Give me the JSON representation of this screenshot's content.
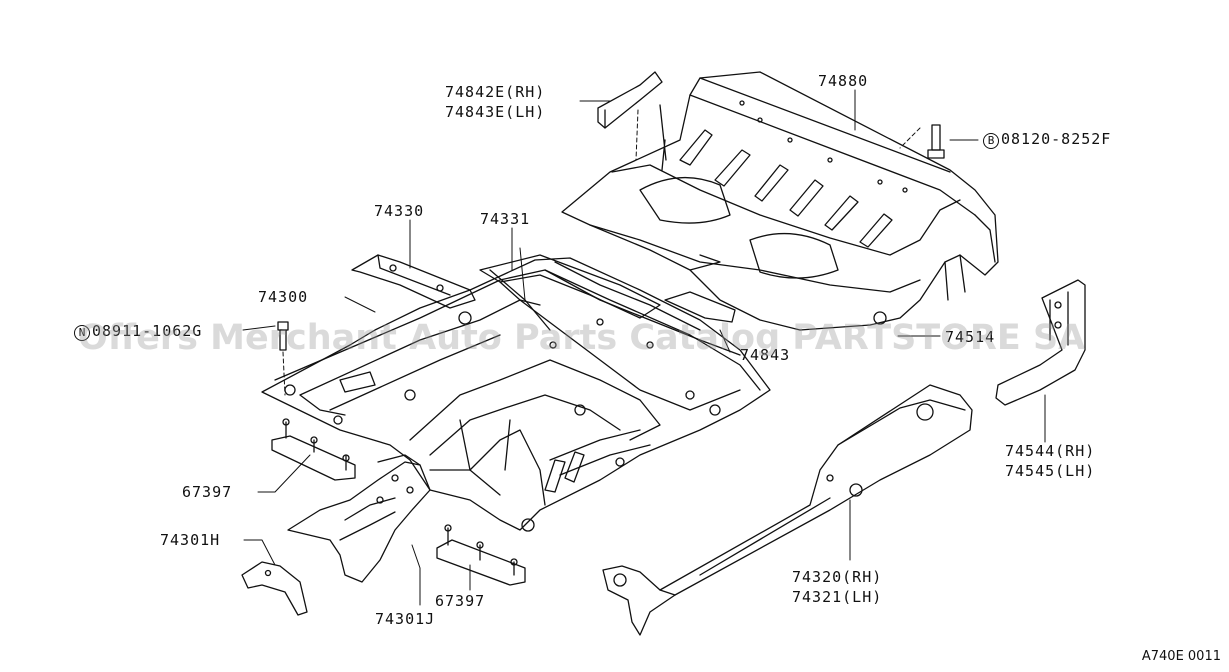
{
  "diagram": {
    "labels": {
      "p74842e": "74842E(RH)",
      "p74843e": "74843E(LH)",
      "p74880": "74880",
      "bolt_b": "08120-8252F",
      "bolt_b_symbol": "B",
      "p74330": "74330",
      "p74331": "74331",
      "p74300": "74300",
      "bolt_n": "08911-1062G",
      "bolt_n_symbol": "N",
      "p74843": "74843",
      "p74514": "74514",
      "p74544": "74544(RH)",
      "p74545": "74545(LH)",
      "p67397a": "67397",
      "p67397b": "67397",
      "p74301h": "74301H",
      "p74301j": "74301J",
      "p74320": "74320(RH)",
      "p74321": "74321(LH)"
    },
    "watermark": "Offers Merchant Auto Parts Catalog PARTSTORE SA",
    "drawing_code": "A740E 0011"
  }
}
